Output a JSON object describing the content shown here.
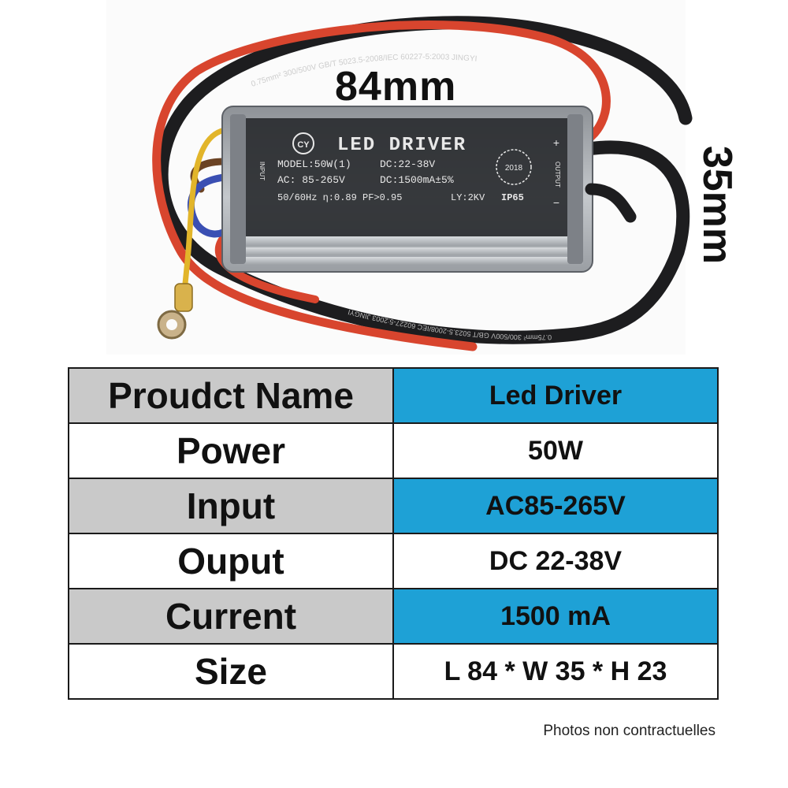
{
  "image": {
    "dimensions": {
      "length": "84mm",
      "width": "35mm"
    },
    "device": {
      "logo_text": "CY",
      "brand_title": "LED DRIVER",
      "input_label": "INPUT",
      "output_label": "OUTPUT",
      "model": "MODEL:50W(1)",
      "ac": "AC: 85-265V",
      "dc_voltage": "DC:22-38V",
      "dc_current": "DC:1500mA±5%",
      "freq_eff": "50/60Hz  η:0.89 PF>0.95",
      "ly": "LY:2KV",
      "ip": "IP65",
      "year": "2018",
      "plus_sign": "+",
      "minus_sign": "−",
      "cable_print": "0.75mm²  300/500V  GB/T 5023.5-2008/IEC 60227-5:2003  JINGYI"
    }
  },
  "table": {
    "rows": [
      {
        "label": "Proudct Name",
        "value": "Led Driver"
      },
      {
        "label": "Power",
        "value": "50W"
      },
      {
        "label": "Input",
        "value": "AC85-265V"
      },
      {
        "label": "Ouput",
        "value": "DC 22-38V"
      },
      {
        "label": "Current",
        "value": "1500 mA"
      },
      {
        "label": "Size",
        "value": "L 84 * W 35 * H 23"
      }
    ]
  },
  "footer": {
    "disclaimer": "Photos non contractuelles"
  },
  "colors": {
    "label_shade": "#c9c9c9",
    "value_shade": "#1ea1d6",
    "wire_red": "#d8452e",
    "wire_black": "#1d1d1f",
    "wire_blue": "#3a4fb3",
    "wire_yellow": "#e2b52a",
    "wire_brown": "#6b4324",
    "housing": "#b9bdc2"
  }
}
